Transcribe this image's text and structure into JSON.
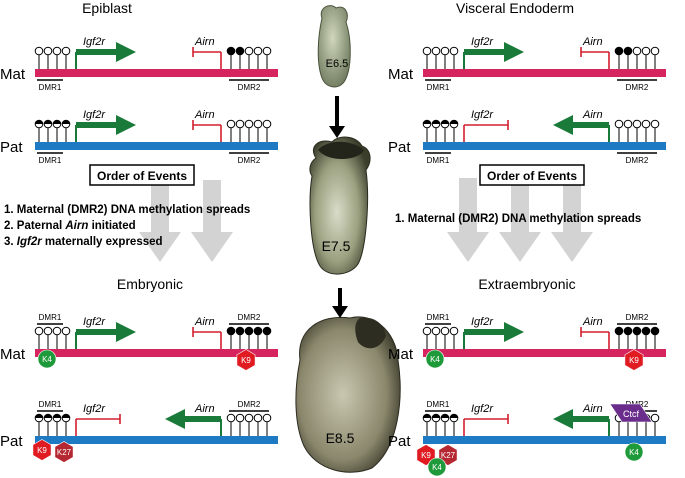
{
  "panels": {
    "epiblast": "Epiblast",
    "visceral_endoderm": "Visceral Endoderm",
    "embryonic": "Embryonic",
    "extraembryonic": "Extraembryonic"
  },
  "alleles": {
    "mat": "Mat",
    "pat": "Pat"
  },
  "genes": {
    "igf2r": "Igf2r",
    "airn": "Airn"
  },
  "dmr": {
    "dmr1": "DMR1",
    "dmr2": "DMR2"
  },
  "marks": {
    "k4": "K4",
    "k9": "K9",
    "k27": "K27",
    "ctcf": "Ctcf"
  },
  "order_of_events": "Order of Events",
  "left_events": {
    "e1": "1. Maternal (DMR2) DNA methylation spreads",
    "e2_prefix": "2. Paternal ",
    "e2_gene": "Airn",
    "e2_suffix": " initiated",
    "e3_prefix": "3. ",
    "e3_gene": "Igf2r",
    "e3_suffix": " maternally expressed"
  },
  "right_events": {
    "e1": "1. Maternal (DMR2) DNA methylation spreads"
  },
  "stages": {
    "e65": "E6.5",
    "e75": "E7.5",
    "e85": "E8.5"
  },
  "colors": {
    "maternal": "#d6245e",
    "paternal": "#1f7ac4",
    "igf2r_arrow": "#1a7a3a",
    "airn": "#d21e2e",
    "k4": "#1f9a3a",
    "k9": "#e01b22",
    "k27": "#b52832",
    "ctcf": "#6a2d8c",
    "grey_arrow": "#d3d3d3"
  },
  "icons": [
    "order-arrow",
    "stage-arrow",
    "lollipop-cpg"
  ]
}
